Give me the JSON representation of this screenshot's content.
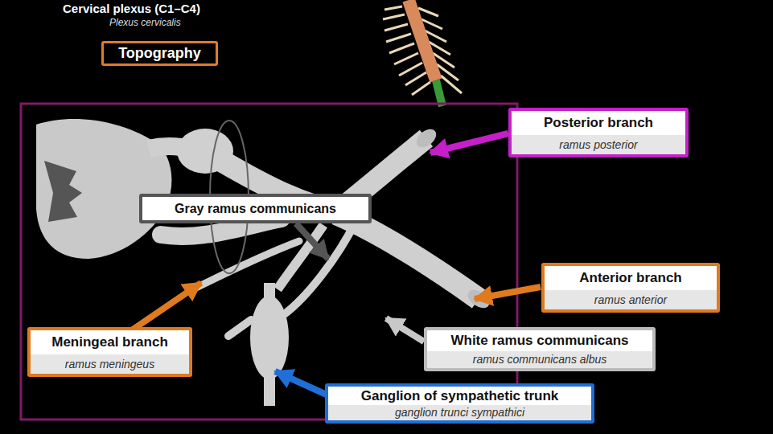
{
  "diagram": {
    "title": "Cervical plexus (C1–C4)",
    "nodes": [
      {
        "text": [
          "Topography"
        ]
      },
      {
        "text": [
          "Posterior branch",
          "ramus posterior"
        ]
      },
      {
        "text": [
          "Gray ramus communicans"
        ]
      },
      {
        "text": [
          "Anterior branch",
          "ramus anterior"
        ]
      },
      {
        "text": [
          "Meningeal branch",
          "ramus meningeus"
        ]
      },
      {
        "text": [
          "White ramus communicans",
          "ramus communicans albus"
        ]
      },
      {
        "text": [
          "Ganglion of sympathetic trunk",
          "ganglion trunci sympathici"
        ]
      }
    ],
    "labels": [
      "Plexus cervicalis"
    ]
  }
}
